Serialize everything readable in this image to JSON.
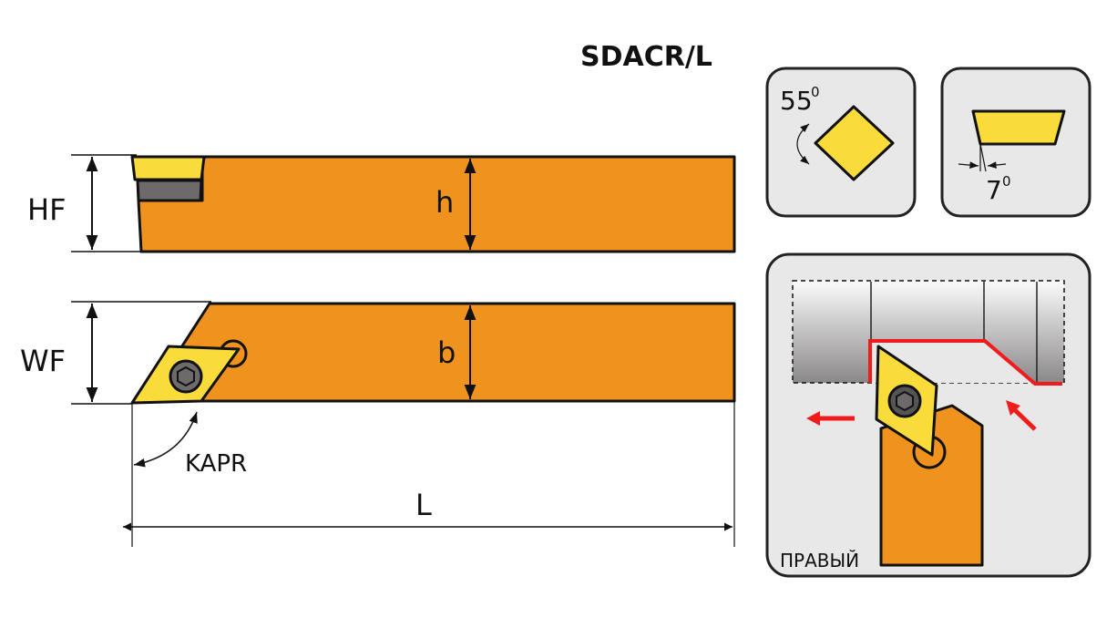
{
  "title": "SDACR/L",
  "side_view": {
    "height_label": "HF",
    "shank_height_label": "h"
  },
  "top_view": {
    "width_label": "WF",
    "shank_width_label": "b",
    "angle_label": "KAPR",
    "length_label": "L"
  },
  "insert_shape": {
    "angle_value": "55",
    "angle_unit": "0"
  },
  "clearance": {
    "angle_value": "7",
    "angle_unit": "0"
  },
  "application": {
    "hand_label": "ПРАВЫЙ"
  },
  "colors": {
    "body": "#f0931e",
    "insert": "#f9dc3a",
    "shim": "#6e6a6c",
    "panel": "#e9e8e9",
    "path": "#f01c1c"
  }
}
